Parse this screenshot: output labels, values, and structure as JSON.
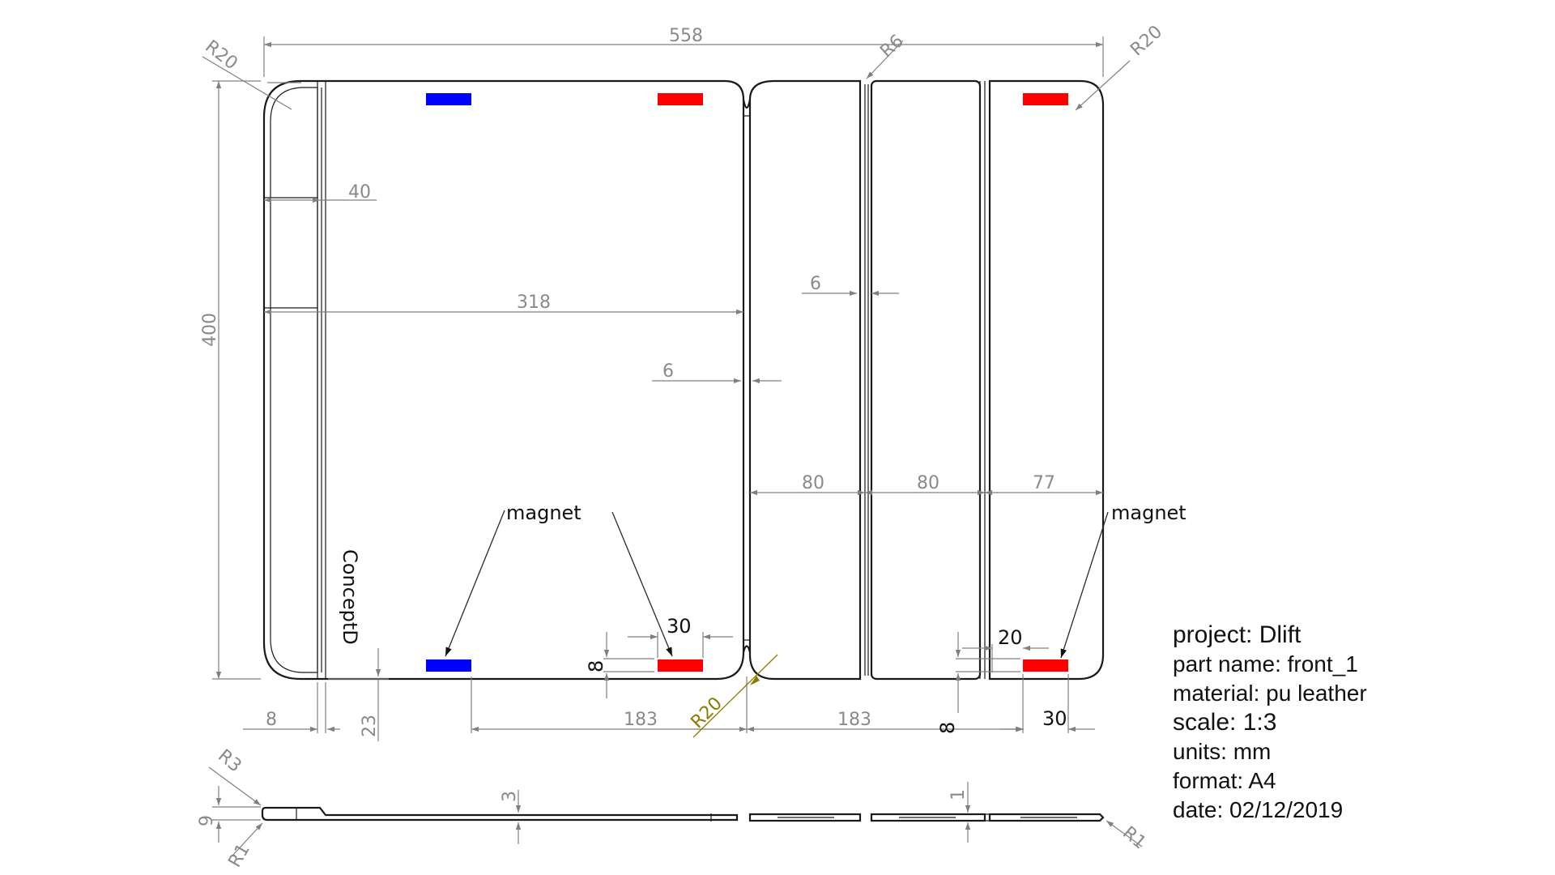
{
  "colors": {
    "magnet_red": "#ff0000",
    "magnet_blue": "#0000ff",
    "outline": "#1a1a1a",
    "dimension": "#8a8a8a",
    "radius_callout": "#8a7a00"
  },
  "dimensions": {
    "overall_width": "558",
    "height": "400",
    "corner_r20_topleft": "R20",
    "fold_r6": "R6",
    "corner_r20_topright": "R20",
    "spine_width": "40",
    "panel_width": "318",
    "gap_left": "6",
    "gap_right": "6",
    "section_1": "80",
    "section_2": "80",
    "section_3": "77",
    "spine_offset": "8",
    "logo_offset": "23",
    "magnet_dist_left": "183",
    "magnet_dist_right": "183",
    "corner_r20_bottom": "R20",
    "magnet_width_left": "30",
    "magnet_height_left": "8",
    "magnet_width_right": "20",
    "magnet_height_right": "8",
    "magnet_offset_right": "30",
    "profile_r3": "R3",
    "profile_9": "9",
    "profile_r1_left": "R1",
    "profile_3": "3",
    "profile_1": "1",
    "profile_r1_right": "R1"
  },
  "callouts": {
    "magnet_left": "magnet",
    "magnet_right": "magnet"
  },
  "logo_text": "ConceptD",
  "title_block": {
    "project": "project: Dlift",
    "part_name": "part name: front_1",
    "material": "material: pu leather",
    "scale": "scale:  1:3",
    "units": "units: mm",
    "format": "format: A4",
    "date": "date: 02/12/2019"
  }
}
